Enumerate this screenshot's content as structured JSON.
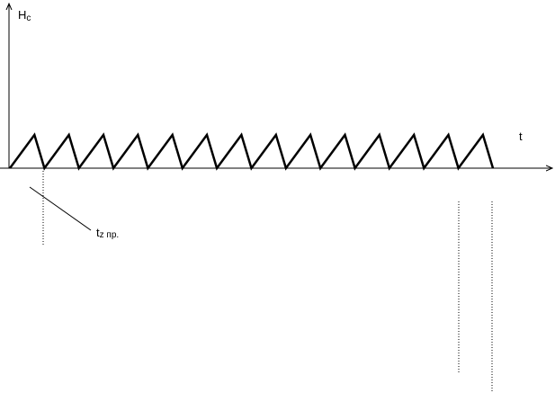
{
  "labels": {
    "y_axis": "H",
    "y_axis_sub": "c",
    "x_axis": "t",
    "annotation": "t",
    "annotation_sub": "z пр."
  },
  "wave": {
    "period_count": 14
  },
  "colors": {
    "line": "#000000",
    "background": "#ffffff"
  }
}
